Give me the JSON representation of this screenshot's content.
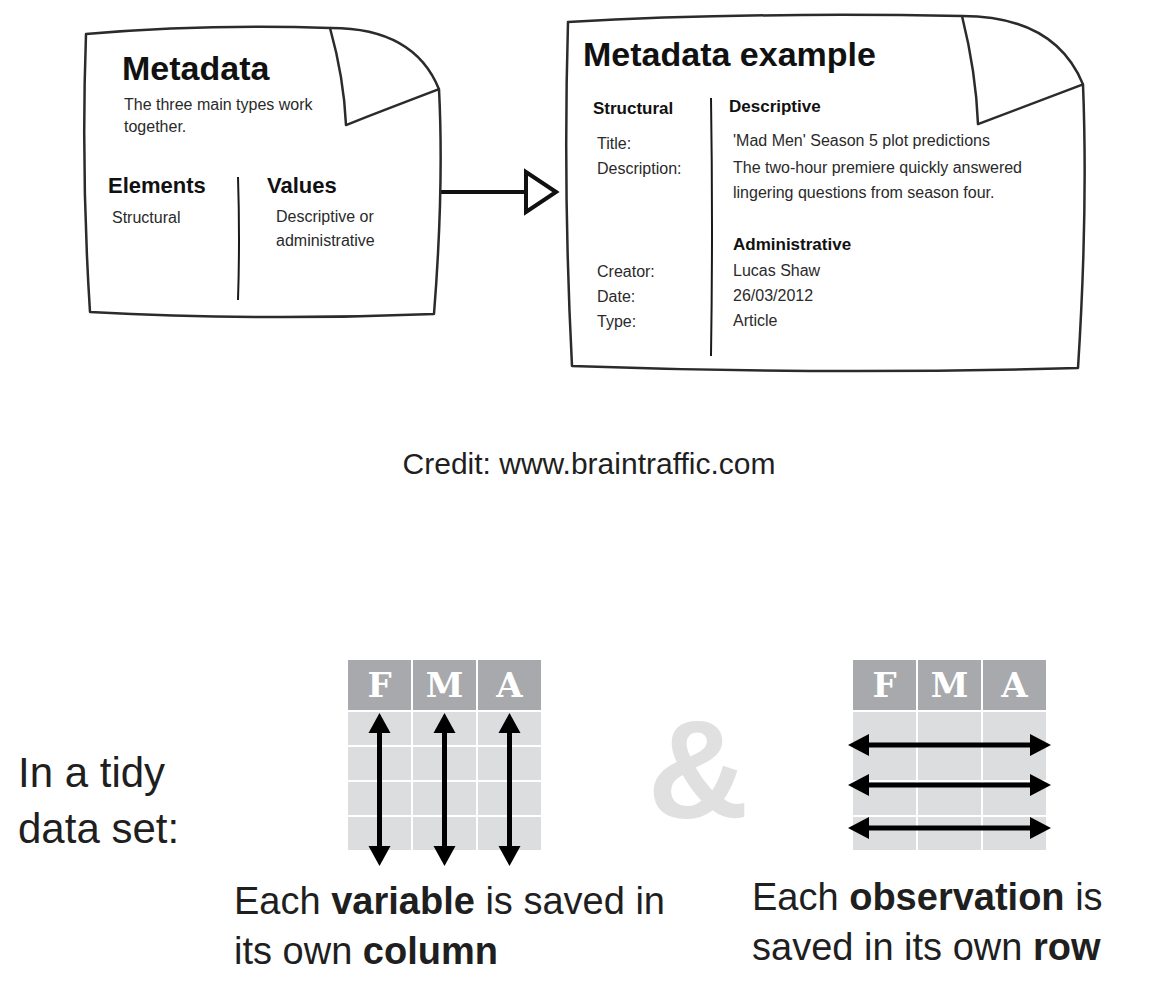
{
  "diagram": {
    "nodes": [
      {
        "text": [
          "Metadata",
          "The three main types work together.",
          "Elements",
          "Structural",
          "Values",
          "Descriptive or administrative"
        ]
      },
      {
        "text": [
          "Metadata example",
          "Structural",
          "Descriptive",
          "Title:",
          "'Mad Men' Season 5 plot predictions",
          "Description:",
          "The two-hour premiere quickly answered lingering questions from season four.",
          "Administrative",
          "Creator:",
          "Lucas Shaw",
          "Date:",
          "26/03/2012",
          "Type:",
          "Article"
        ]
      },
      {
        "text": [
          "F",
          "M",
          "A"
        ]
      },
      {
        "text": [
          "F",
          "M",
          "A"
        ]
      }
    ],
    "edges": [
      {
        "from": 0,
        "to": 1,
        "arrow": "to"
      }
    ],
    "labels": [
      "Credit: www.braintraffic.com",
      "In a tidy data set:",
      "&",
      "Each variable is saved in its own column",
      "Each observation is saved in its own row"
    ]
  }
}
